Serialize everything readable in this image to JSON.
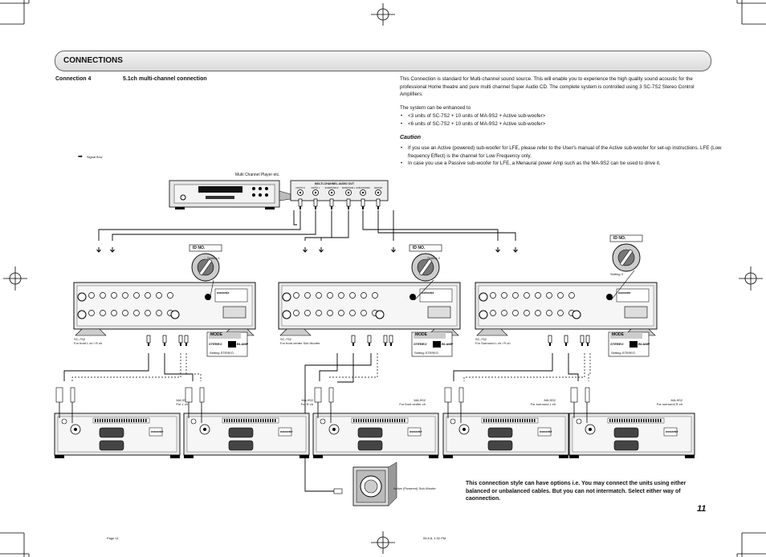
{
  "header": {
    "title": "CONNECTIONS"
  },
  "left": {
    "connection_label": "Connection 4",
    "connection_title": "5.1ch multi-channel connection",
    "signal_flow": "Signal flow"
  },
  "intro": {
    "paragraph": "This Connection is standard for Multi-channel sound source.  This will enable you to experience the high quality sound acoustic for the professional Home theatre and pure multi channel Super Audio CD.  The complete system is controlled using 3 SC-7S2 Stereo Control Amplifiers.",
    "enhance": "The system can be enhanced to",
    "options": [
      "<3 units of SC-7S2 + 10 units of MA-9S2 + Active sub-woofer>",
      "<6 units of SC-7S2 + 10 units of MA-9S2 + Active sub-woofer>"
    ]
  },
  "caution": {
    "title": "Caution",
    "items": [
      "If you use an Active (powered) sub-woofer for LFE, please refer to the User's manual of the Active sub-woofer for set-up instructions. LFE (Low frequency Effect) is the channel for Low Frequency only.",
      "In case you use a Passive sub-woofer for LFE, a Menaural power Amp such as the MA-9S2 can be used to drive it."
    ]
  },
  "diagram": {
    "player_label": "Multi Channel Player etc.",
    "audio_out": "MULTI-CHANNEL AUDIO OUT",
    "out_jacks": [
      "FRONT R",
      "FRONT L",
      "SURROUND R",
      "SURROUND L",
      "SUB-WOOFER",
      "CENTER"
    ],
    "id_no": "ID NO.",
    "mode": "MODE",
    "stereo": "STEREO",
    "biamp": "BI-AMP",
    "setting_stereo": "Setting STEREO",
    "brand": "marantz",
    "controls": [
      {
        "setting": "Setting 1",
        "model": "SC-7S2",
        "role": "For front L ch / R ch"
      },
      {
        "setting": "Setting 2",
        "model": "SC-7S2",
        "role": "For front center Sub Woofer"
      },
      {
        "setting": "Setting 3",
        "model": "SC-7S2",
        "role": "For Surround L ch / R ch"
      }
    ],
    "amps": [
      {
        "model": "MA-9S2",
        "role": "For L ch"
      },
      {
        "model": "MA-9S2",
        "role": "For R ch"
      },
      {
        "model": "MA-9S2",
        "role": "For front center ch"
      },
      {
        "model": "MA-9S2",
        "role": "For surround L ch"
      },
      {
        "model": "MA-9S2",
        "role": "For surround R ch"
      }
    ],
    "subwoofer": "Active (Powered) Sub-Woofer"
  },
  "note": "This connection style can have options i.e. You may connect the units using either balanced or unbalanced cables. But you can not intermatch. Select either way of caonnection.",
  "page_number": "11",
  "footer": {
    "page": "Page 11",
    "datetime": "05.8.8, 1:32 PM"
  }
}
